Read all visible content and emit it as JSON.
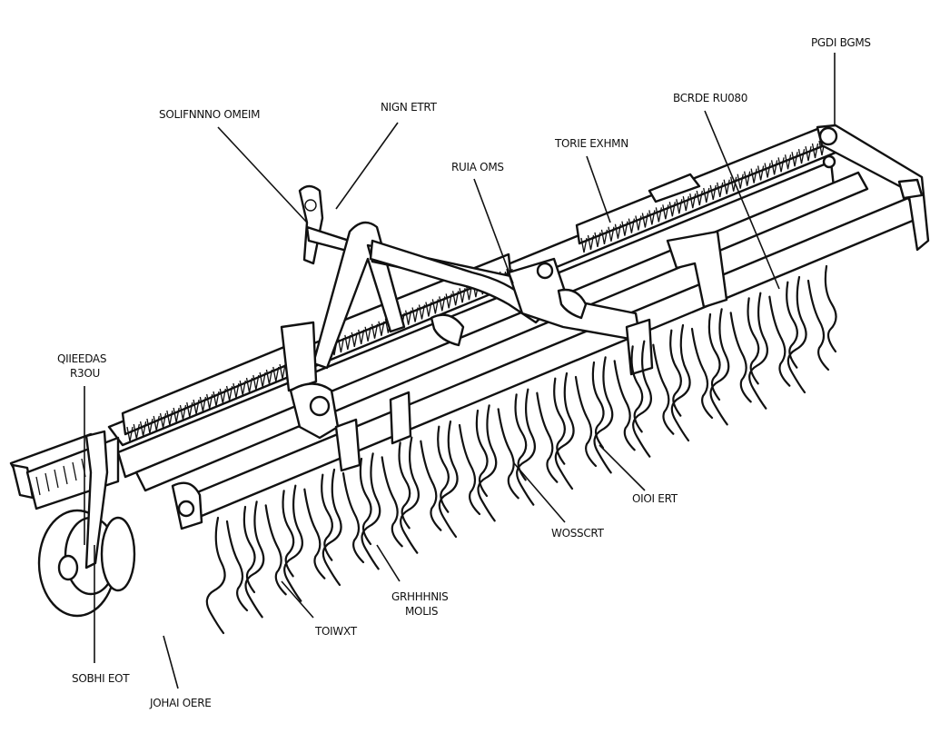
{
  "diagram": {
    "subject": "field cultivator / harrow line drawing",
    "labels": [
      {
        "id": "label-1",
        "text": "SOLIFNNNO OMEIM"
      },
      {
        "id": "label-2",
        "text": "NIGN ETRT"
      },
      {
        "id": "label-3",
        "text": "RUIA OMS"
      },
      {
        "id": "label-4",
        "text": "TORIE EXHMN"
      },
      {
        "id": "label-5",
        "text": "BCRDE RU080"
      },
      {
        "id": "label-6",
        "text": "PGDI BGMS"
      },
      {
        "id": "label-7a",
        "text": "QIIEEDAS"
      },
      {
        "id": "label-7b",
        "text": "R3OU"
      },
      {
        "id": "label-8",
        "text": "OIOI ERT"
      },
      {
        "id": "label-9",
        "text": "WOSSCRT"
      },
      {
        "id": "label-10a",
        "text": "GRHHHNIS"
      },
      {
        "id": "label-10b",
        "text": "MOLIS"
      },
      {
        "id": "label-11",
        "text": "TOIWXT"
      },
      {
        "id": "label-12",
        "text": "SOBHI EOT"
      },
      {
        "id": "label-13",
        "text": "JOHAI OERE"
      }
    ]
  }
}
